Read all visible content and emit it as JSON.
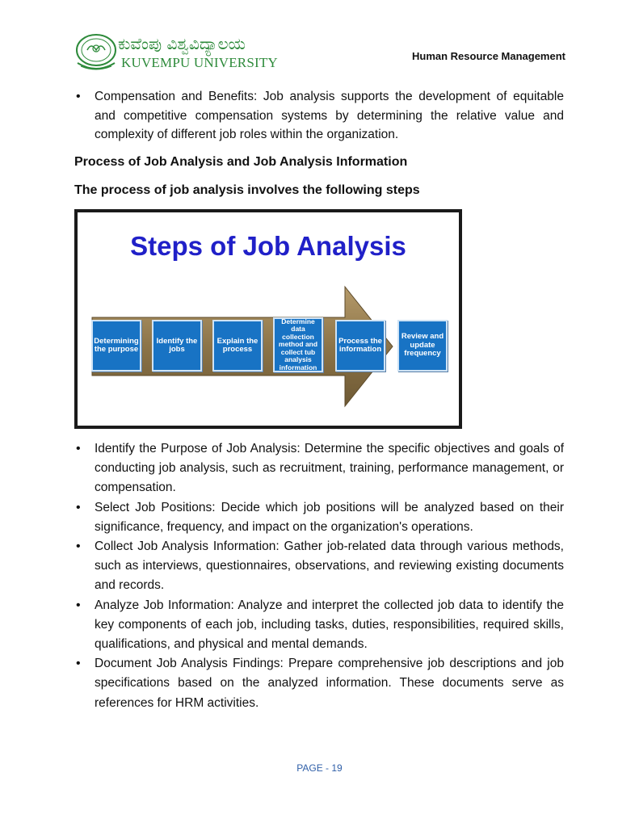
{
  "header": {
    "university_kannada": "ಕುವೆಂಪು ವಿಶ್ವವಿದ್ಯಾಲಯ",
    "university_english": "KUVEMPU UNIVERSITY",
    "course_title": "Human Resource Management"
  },
  "intro_bullet": "Compensation and Benefits: Job analysis supports the development of equitable and competitive compensation systems by determining the relative value and complexity of different job roles within the organization.",
  "heading_1": "Process of Job Analysis and Job Analysis Information",
  "heading_2": "The process of job analysis involves the following steps",
  "figure": {
    "title": "Steps of Job Analysis",
    "steps": [
      "Determining the purpose",
      "Identify the jobs",
      "Explain the process",
      "Determine data collection method and collect tub analysis information",
      "Process the information",
      "Review and update frequency"
    ]
  },
  "steps_list": [
    "Identify the Purpose of Job Analysis: Determine the specific objectives and goals of conducting job analysis, such as recruitment, training, performance management, or compensation.",
    "Select Job Positions: Decide which job positions will be analyzed based on their significance, frequency, and impact on the organization's operations.",
    "Collect Job Analysis Information: Gather job-related data through various methods, such as interviews, questionnaires, observations, and reviewing existing documents and records.",
    "Analyze Job Information: Analyze and interpret the collected job data to identify the key components of each job, including tasks, duties, responsibilities, required skills, qualifications, and physical and mental demands.",
    "Document Job Analysis Findings: Prepare comprehensive job descriptions and job specifications based on the analyzed information. These documents serve as references for HRM activities."
  ],
  "footer": "PAGE - 19",
  "colors": {
    "brand_green": "#2d8a3a",
    "figure_title_blue": "#2020c8",
    "step_blue": "#1873c4",
    "arrow_brown": "#8c7448",
    "footer_blue": "#2f5fa8"
  },
  "icons": {
    "logo": "university-seal-icon"
  }
}
